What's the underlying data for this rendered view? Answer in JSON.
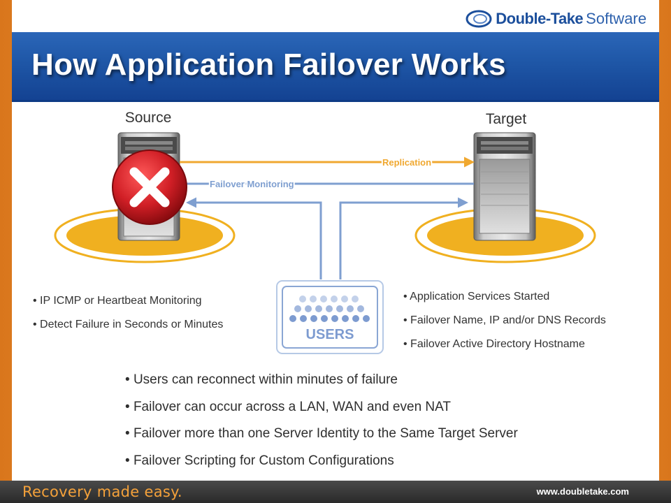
{
  "header": {
    "logo_brand": "Double-Take",
    "logo_suffix": "Software",
    "title": "How Application Failover Works"
  },
  "diagram": {
    "source_label": "Source",
    "target_label": "Target",
    "replication_label": "Replication",
    "monitoring_label": "Failover Monitoring",
    "users_label": "USERS"
  },
  "source_points": [
    "IP ICMP or Heartbeat Monitoring",
    "Detect Failure in Seconds or Minutes"
  ],
  "target_points": [
    "Application Services Started",
    "Failover Name, IP and/or DNS Records",
    "Failover Active Directory Hostname"
  ],
  "summary_points": [
    "Users can reconnect within minutes of failure",
    "Failover can occur across a LAN, WAN and even NAT",
    "Failover more than one Server Identity to the Same Target Server",
    "Failover Scripting for Custom Configurations"
  ],
  "footer": {
    "tagline": "Recovery made easy.",
    "url": "www.doubletake.com"
  },
  "colors": {
    "banner_blue": "#1e56a6",
    "replication_orange": "#f0a830",
    "monitoring_blue": "#7f9fd0",
    "failure_red": "#c4161c",
    "platform_yellow": "#f0b020",
    "tagline_orange": "#f4a13a"
  }
}
